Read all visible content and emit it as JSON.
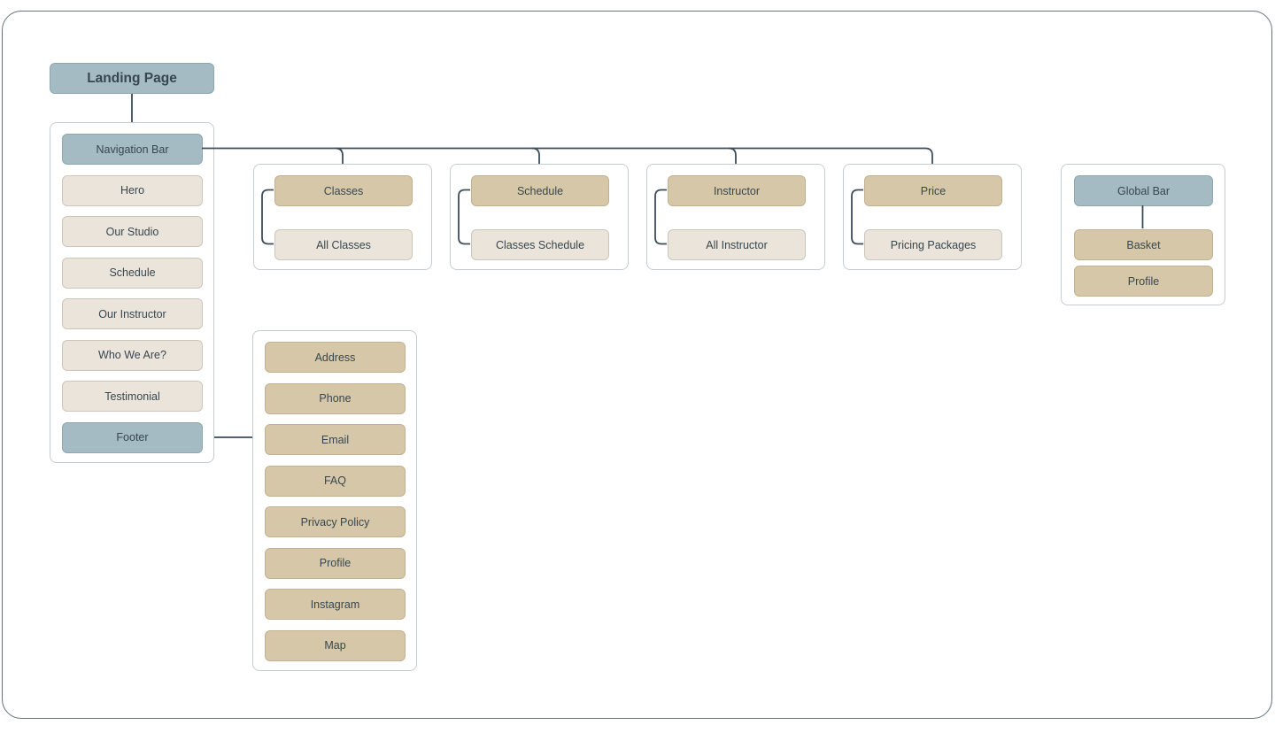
{
  "landing_page": {
    "label": "Landing Page"
  },
  "main_column": {
    "items": [
      {
        "label": "Navigation Bar"
      },
      {
        "label": "Hero"
      },
      {
        "label": "Our Studio"
      },
      {
        "label": "Schedule"
      },
      {
        "label": "Our Instructor"
      },
      {
        "label": "Who We Are?"
      },
      {
        "label": "Testimonial"
      },
      {
        "label": "Footer"
      }
    ]
  },
  "nav_groups": [
    {
      "parent": "Classes",
      "child": "All Classes"
    },
    {
      "parent": "Schedule",
      "child": "Classes Schedule"
    },
    {
      "parent": "Instructor",
      "child": "All Instructor"
    },
    {
      "parent": "Price",
      "child": "Pricing Packages"
    }
  ],
  "global_group": {
    "header": "Global Bar",
    "items": [
      "Basket",
      "Profile"
    ]
  },
  "footer_group": {
    "items": [
      "Address",
      "Phone",
      "Email",
      "FAQ",
      "Privacy Policy",
      "Profile",
      "Instagram",
      "Map"
    ]
  },
  "colors": {
    "header_node_fill": "#a4bbc3",
    "primary_node_fill": "#d6c7a8",
    "secondary_node_fill": "#ebe4db",
    "connector": "#3c4c5b",
    "text": "#37474f"
  }
}
